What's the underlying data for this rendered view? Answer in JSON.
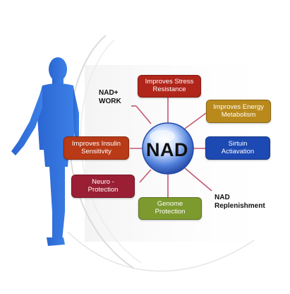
{
  "center": {
    "label": "NAD"
  },
  "labels": {
    "nad_plus_work": [
      "NAD+",
      "WORK"
    ],
    "nad_replenishment": [
      "NAD",
      "Replenishment"
    ]
  },
  "nodes": {
    "stress": {
      "lines": [
        "Improves Stress",
        "Resistance"
      ],
      "color": "#b0261b"
    },
    "energy": {
      "lines": [
        "Improves Energy",
        "Metabolism"
      ],
      "color": "#b98a1b"
    },
    "sirtuin": {
      "lines": [
        "Sirtuin",
        "Actiavation"
      ],
      "color": "#1d49b2"
    },
    "genome": {
      "lines": [
        "Genome",
        "Protection"
      ],
      "color": "#7d9a2e"
    },
    "neuro": {
      "lines": [
        "Neuro -",
        "Protection"
      ],
      "color": "#9a1f34"
    },
    "insulin": {
      "lines": [
        "Improves Insulin",
        "Sensitivity"
      ],
      "color": "#b83a17"
    }
  },
  "colors": {
    "connector": "#c45870",
    "figure": "#2f6fd6",
    "orbit": "#d7d7d7"
  }
}
